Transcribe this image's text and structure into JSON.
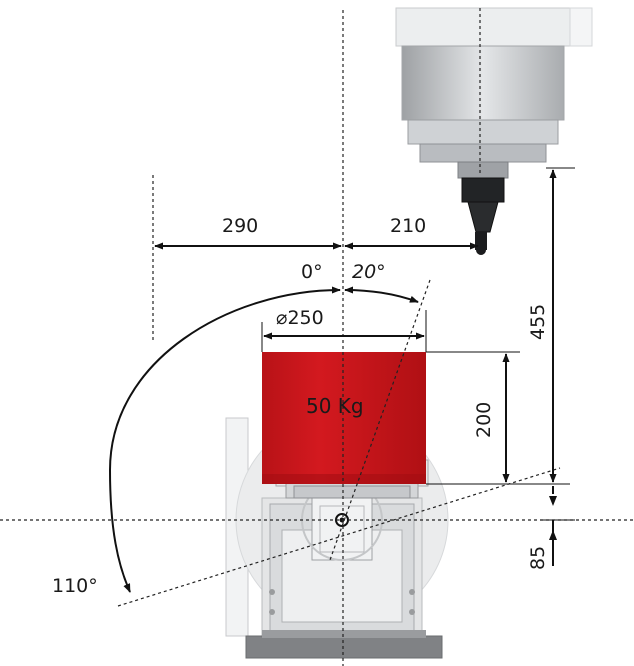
{
  "dimensions": {
    "left_offset": "290",
    "right_offset": "210",
    "angle_zero": "0°",
    "angle_forward": "20°",
    "angle_back": "110°",
    "diameter": "⌀250",
    "payload": "50 Kg",
    "height": "200",
    "spindle_clearance": "455",
    "table_offset": "85"
  },
  "colors": {
    "payload": "#c8151b",
    "machine_body": "#e2e3e4",
    "machine_dark": "#9a9c9e",
    "base": "#808285",
    "line": "#111111"
  }
}
